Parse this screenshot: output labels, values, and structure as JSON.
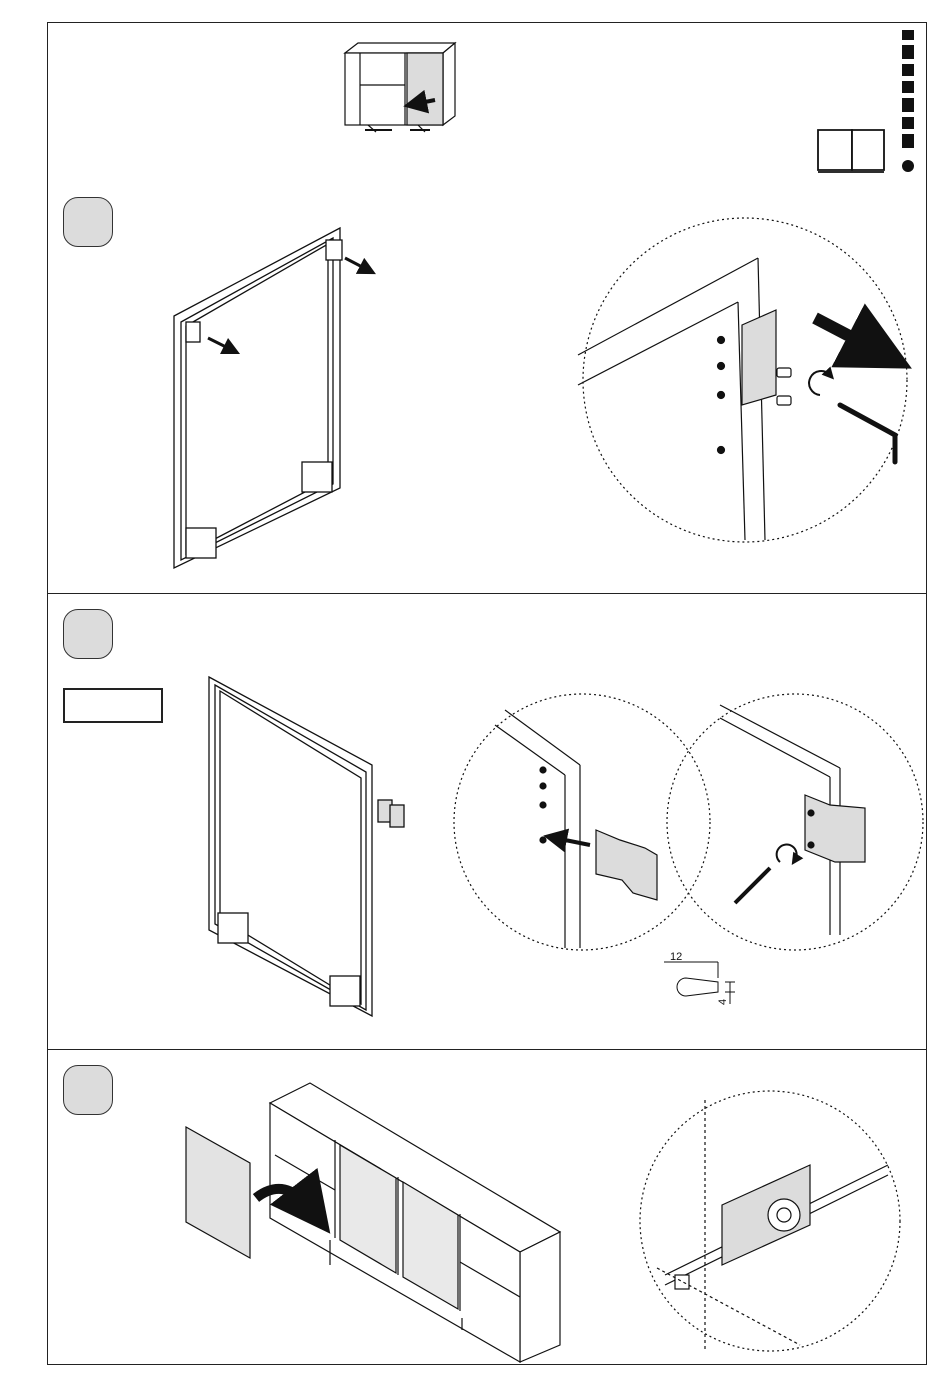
{
  "steps": [
    {
      "id": "step-1",
      "badge": ""
    },
    {
      "id": "step-2",
      "badge": ""
    },
    {
      "id": "step-3",
      "badge": ""
    }
  ],
  "step2_label_box": "",
  "screw_dimensions": {
    "length": "12",
    "diameter": "4"
  },
  "icons": [
    "cabinet-overview-icon",
    "manual-book-icon",
    "logo-mark",
    "hinge-screw-detail",
    "hex-key-icon",
    "rotate-arrow-icon",
    "bracket-detail",
    "door-mount-arrow-icon",
    "roller-detail"
  ],
  "colors": {
    "line": "#111111",
    "fill_gray": "#dcdcdc",
    "door_gray": "#e3e3e3",
    "panel_fill": "#ffffff"
  }
}
